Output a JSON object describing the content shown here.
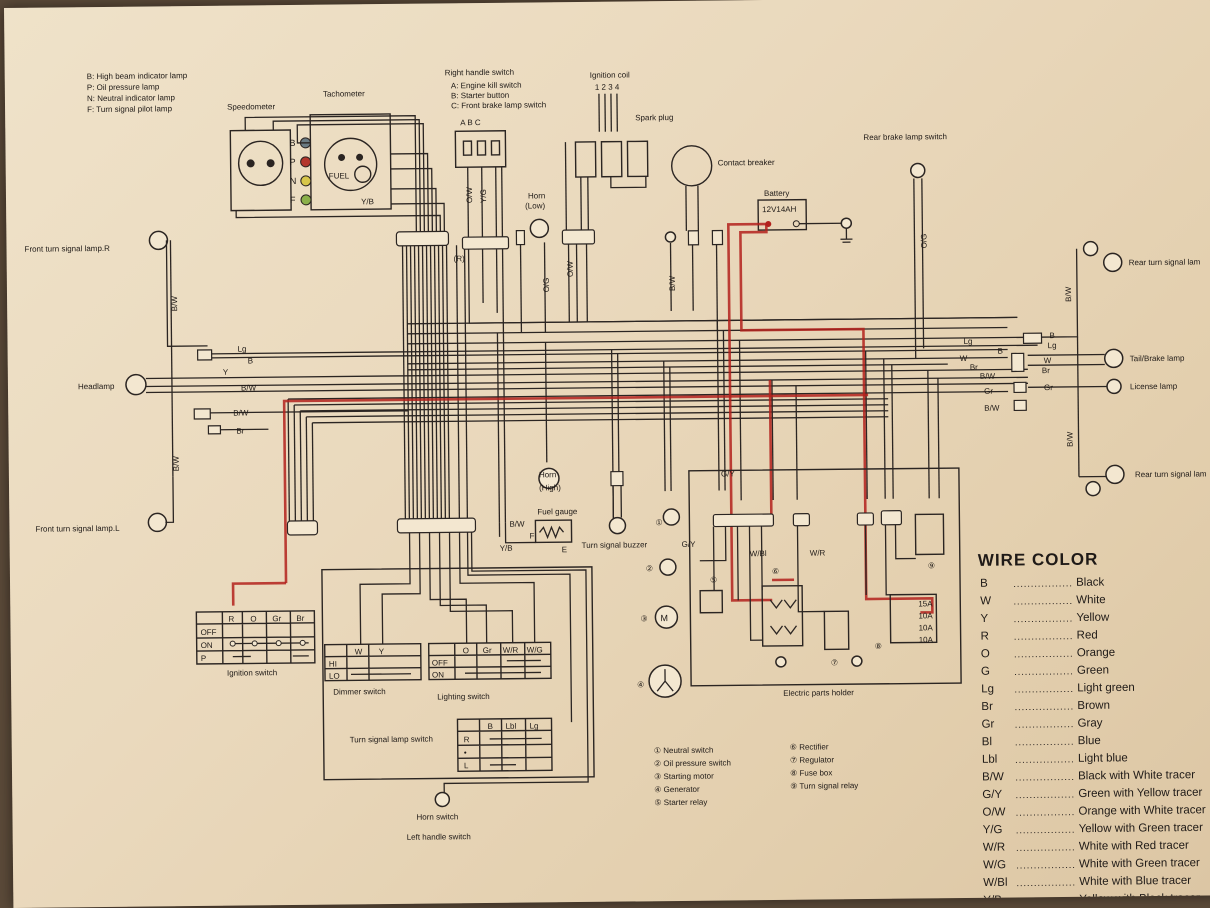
{
  "indicator_legend": [
    "B: High beam indicator lamp",
    "P: Oil pressure lamp",
    "N: Neutral indicator lamp",
    "F: Turn signal pilot lamp"
  ],
  "labels": {
    "speedometer": "Speedometer",
    "tachometer": "Tachometer",
    "fuel": "FUEL",
    "right_handle_switch": "Right handle switch",
    "rhs_a": "A: Engine kill switch",
    "rhs_b": "B: Starter button",
    "rhs_c": "C: Front brake lamp switch",
    "rhs_cols": "A  B  C",
    "ignition_coil": "Ignition coil",
    "coil_numbers": "1 2 3 4",
    "spark_plug": "Spark plug",
    "contact_breaker": "Contact breaker",
    "battery": "Battery",
    "battery_rating": "12V14AH",
    "rear_brake_switch": "Rear brake lamp switch",
    "horn_low": "Horn\n(Low)",
    "horn_low_1": "Horn",
    "horn_low_2": "(Low)",
    "horn_high_1": "Horn",
    "horn_high_2": "(High)",
    "front_turn_r": "Front turn signal lamp.R",
    "front_turn_l": "Front turn signal lamp.L",
    "headlamp": "Headlamp",
    "rear_turn_top": "Rear turn signal lam",
    "rear_turn_bottom": "Rear turn signal lam",
    "tail_brake": "Tail/Brake lamp",
    "license_lamp": "License lamp",
    "fuel_gauge": "Fuel gauge",
    "turn_signal_buzzer": "Turn signal buzzer",
    "ignition_switch": "Ignition switch",
    "dimmer_switch": "Dimmer switch",
    "lighting_switch": "Lighting switch",
    "turn_signal_lamp_switch": "Turn signal lamp switch",
    "horn_switch": "Horn switch",
    "left_handle_switch": "Left handle switch",
    "electric_parts_holder": "Electric parts holder",
    "r_marker": "(R)"
  },
  "ignition_switch_table": {
    "cols": [
      "R",
      "O",
      "Gr",
      "Br"
    ],
    "rows": [
      "OFF",
      "ON",
      "P"
    ]
  },
  "dimmer_table": {
    "cols": [
      "W",
      "Y"
    ],
    "rows": [
      "HI",
      "LO"
    ]
  },
  "lighting_table": {
    "cols": [
      "O",
      "Gr",
      "W/R",
      "W/G"
    ],
    "rows": [
      "OFF",
      "ON"
    ]
  },
  "turn_table": {
    "cols": [
      "B",
      "Lbl",
      "Lg"
    ],
    "rows": [
      "R",
      "•",
      "L"
    ]
  },
  "fuse_labels": [
    "15A",
    "10A",
    "10A",
    "10A"
  ],
  "numbered_parts_left": [
    "①  Neutral switch",
    "②  Oil pressure switch",
    "③  Starting motor",
    "④  Generator",
    "⑤  Starter relay"
  ],
  "numbered_parts_right": [
    "⑥  Rectifier",
    "⑦  Regulator",
    "⑧  Fuse box",
    "⑨  Turn signal relay"
  ],
  "part_numbers": [
    "①",
    "②",
    "③",
    "④",
    "⑤",
    "⑥",
    "⑦",
    "⑧",
    "⑨"
  ],
  "wire_color": {
    "title": "WIRE COLOR",
    "entries": [
      {
        "code": "B",
        "name": "Black"
      },
      {
        "code": "W",
        "name": "White"
      },
      {
        "code": "Y",
        "name": "Yellow"
      },
      {
        "code": "R",
        "name": "Red"
      },
      {
        "code": "O",
        "name": "Orange"
      },
      {
        "code": "G",
        "name": "Green"
      },
      {
        "code": "Lg",
        "name": "Light green"
      },
      {
        "code": "Br",
        "name": "Brown"
      },
      {
        "code": "Gr",
        "name": "Gray"
      },
      {
        "code": "Bl",
        "name": "Blue"
      },
      {
        "code": "Lbl",
        "name": "Light blue"
      },
      {
        "code": "B/W",
        "name": "Black with White tracer"
      },
      {
        "code": "G/Y",
        "name": "Green with Yellow tracer"
      },
      {
        "code": "O/W",
        "name": "Orange with White tracer"
      },
      {
        "code": "Y/G",
        "name": "Yellow with Green tracer"
      },
      {
        "code": "W/R",
        "name": "White with Red tracer"
      },
      {
        "code": "W/G",
        "name": "White with Green tracer"
      },
      {
        "code": "W/Bl",
        "name": "White with Blue tracer"
      },
      {
        "code": "Y/B",
        "name": "Yellow with Black tracer"
      }
    ]
  },
  "wire_codes": {
    "bw": "B/W",
    "lg": "Lg",
    "b": "B",
    "y": "Y",
    "w": "W",
    "br": "Br",
    "gr": "Gr",
    "r": "R",
    "o": "O",
    "bl": "Bl",
    "lbl": "Lbl",
    "ow": "O/W",
    "yg": "Y/G",
    "og": "O/G",
    "gy": "G/Y",
    "wr": "W/R",
    "wg": "W/G",
    "wbl": "W/Bl",
    "yb": "Y/B",
    "g": "G"
  },
  "colors": {
    "paper": "#efe2c9",
    "ink": "#2b2522",
    "highlight_red": "#b3211c",
    "table_bg": "#5b4a39"
  }
}
